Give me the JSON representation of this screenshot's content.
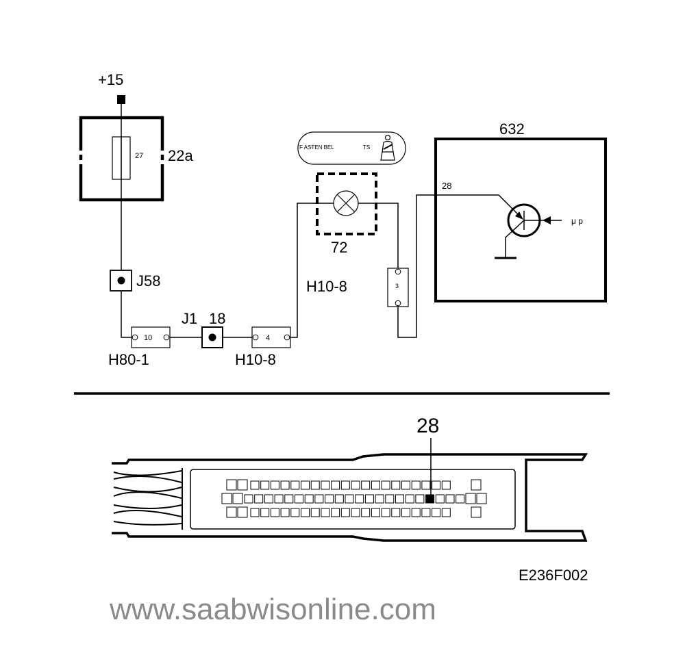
{
  "labels": {
    "supply": "+15",
    "fuse_number": "27",
    "fuse_box": "22a",
    "splice_j58": "J58",
    "splice_j1": "J1",
    "splice_j1_pin": "18",
    "conn_h80_1": "H80-1",
    "conn_h80_1_pin": "10",
    "conn_h10_8_lower": "H10-8",
    "conn_h10_8_lower_pin": "4",
    "conn_h10_8_upper": "H10-8",
    "conn_h10_8_upper_pin": "3",
    "lamp_component": "72",
    "warning_text_left": "F ASTEN BEL",
    "warning_text_right": "TS",
    "control_module": "632",
    "module_pin": "28",
    "microprocessor": "μ p",
    "connector_pin_callout": "28",
    "figure_id": "E236F002",
    "watermark": "www.saabwisonline.com"
  },
  "connector": {
    "highlighted_pin_row": 2,
    "highlighted_pin_label": "28"
  }
}
